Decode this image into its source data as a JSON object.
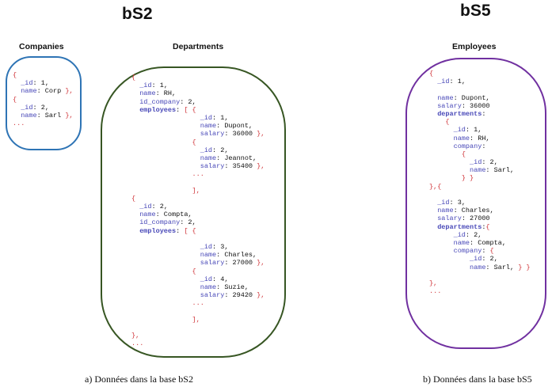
{
  "title_left": "bS2",
  "title_right": "bS5",
  "collections": {
    "companies": "Companies",
    "departments": "Departments",
    "employees": "Employees"
  },
  "captions": {
    "left": "a) Données dans la base bS2",
    "right": "b) Données dans la base bS5"
  },
  "colors": {
    "companies_border": "#2e74b5",
    "departments_border": "#375623",
    "employees_border": "#7030a0",
    "key": "#4848b8",
    "punctuation": "#d0353a"
  },
  "code": {
    "companies": [
      [
        [
          "{",
          "p"
        ]
      ],
      [
        [
          "  ",
          ""
        ],
        [
          "_id",
          "k"
        ],
        [
          ": 1,",
          ""
        ]
      ],
      [
        [
          "  ",
          ""
        ],
        [
          "name",
          "k"
        ],
        [
          ": Corp ",
          ""
        ],
        [
          "},",
          "p"
        ]
      ],
      [
        [
          "{",
          "p"
        ]
      ],
      [
        [
          "  ",
          ""
        ],
        [
          "_id",
          "k"
        ],
        [
          ": 2,",
          ""
        ]
      ],
      [
        [
          "  ",
          ""
        ],
        [
          "name",
          "k"
        ],
        [
          ": Sarl ",
          ""
        ],
        [
          "},",
          "p"
        ]
      ],
      [
        [
          "...",
          "p"
        ]
      ]
    ],
    "departments": [
      [
        [
          "{",
          "p"
        ]
      ],
      [
        [
          "  ",
          ""
        ],
        [
          "_id",
          "k"
        ],
        [
          ": 1,",
          ""
        ]
      ],
      [
        [
          "  ",
          ""
        ],
        [
          "name",
          "k"
        ],
        [
          ": RH,",
          ""
        ]
      ],
      [
        [
          "  ",
          ""
        ],
        [
          "id_company",
          "k"
        ],
        [
          ": 2,",
          ""
        ]
      ],
      [
        [
          "  ",
          ""
        ],
        [
          "employees",
          "kb"
        ],
        [
          ": ",
          ""
        ],
        [
          "[ {",
          "p"
        ]
      ],
      [
        [
          "                 ",
          ""
        ],
        [
          "_id",
          "k"
        ],
        [
          ": 1,",
          ""
        ]
      ],
      [
        [
          "                 ",
          ""
        ],
        [
          "name",
          "k"
        ],
        [
          ": Dupont,",
          ""
        ]
      ],
      [
        [
          "                 ",
          ""
        ],
        [
          "salary",
          "k"
        ],
        [
          ": 36000 ",
          ""
        ],
        [
          "},",
          "p"
        ]
      ],
      [
        [
          "               ",
          ""
        ],
        [
          "{",
          "p"
        ]
      ],
      [
        [
          "                 ",
          ""
        ],
        [
          "_id",
          "k"
        ],
        [
          ": 2,",
          ""
        ]
      ],
      [
        [
          "                 ",
          ""
        ],
        [
          "name",
          "k"
        ],
        [
          ": Jeannot,",
          ""
        ]
      ],
      [
        [
          "                 ",
          ""
        ],
        [
          "salary",
          "k"
        ],
        [
          ": 35400 ",
          ""
        ],
        [
          "},",
          "p"
        ]
      ],
      [
        [
          "               ",
          ""
        ],
        [
          "...",
          "p"
        ]
      ],
      [
        [
          "",
          ""
        ]
      ],
      [
        [
          "               ",
          ""
        ],
        [
          "],",
          "p"
        ]
      ],
      [
        [
          "{",
          "p"
        ]
      ],
      [
        [
          "  ",
          ""
        ],
        [
          "_id",
          "k"
        ],
        [
          ": 2,",
          ""
        ]
      ],
      [
        [
          "  ",
          ""
        ],
        [
          "name",
          "k"
        ],
        [
          ": Compta,",
          ""
        ]
      ],
      [
        [
          "  ",
          ""
        ],
        [
          "id_company",
          "k"
        ],
        [
          ": 2,",
          ""
        ]
      ],
      [
        [
          "  ",
          ""
        ],
        [
          "employees",
          "kb"
        ],
        [
          ": ",
          ""
        ],
        [
          "[ {",
          "p"
        ]
      ],
      [
        [
          "",
          ""
        ]
      ],
      [
        [
          "                 ",
          ""
        ],
        [
          "_id",
          "k"
        ],
        [
          ": 3,",
          ""
        ]
      ],
      [
        [
          "                 ",
          ""
        ],
        [
          "name",
          "k"
        ],
        [
          ": Charles,",
          ""
        ]
      ],
      [
        [
          "                 ",
          ""
        ],
        [
          "salary",
          "k"
        ],
        [
          ": 27000 ",
          ""
        ],
        [
          "},",
          "p"
        ]
      ],
      [
        [
          "               ",
          ""
        ],
        [
          "{",
          "p"
        ]
      ],
      [
        [
          "                 ",
          ""
        ],
        [
          "_id",
          "k"
        ],
        [
          ": 4,",
          ""
        ]
      ],
      [
        [
          "                 ",
          ""
        ],
        [
          "name",
          "k"
        ],
        [
          ": Suzie,",
          ""
        ]
      ],
      [
        [
          "                 ",
          ""
        ],
        [
          "salary",
          "k"
        ],
        [
          ": 29420 ",
          ""
        ],
        [
          "},",
          "p"
        ]
      ],
      [
        [
          "               ",
          ""
        ],
        [
          "...",
          "p"
        ]
      ],
      [
        [
          "",
          ""
        ]
      ],
      [
        [
          "               ",
          ""
        ],
        [
          "],",
          "p"
        ]
      ],
      [
        [
          "",
          ""
        ]
      ],
      [
        [
          "},",
          "p"
        ]
      ],
      [
        [
          "...",
          "p"
        ]
      ]
    ],
    "employees": [
      [
        [
          "{",
          "p"
        ]
      ],
      [
        [
          "  ",
          ""
        ],
        [
          "_id",
          "k"
        ],
        [
          ": 1,",
          ""
        ]
      ],
      [
        [
          "",
          ""
        ]
      ],
      [
        [
          "  ",
          ""
        ],
        [
          "name",
          "k"
        ],
        [
          ": Dupont,",
          ""
        ]
      ],
      [
        [
          "  ",
          ""
        ],
        [
          "salary",
          "k"
        ],
        [
          ": 36000",
          ""
        ]
      ],
      [
        [
          "  ",
          ""
        ],
        [
          "departments",
          "kb"
        ],
        [
          ":",
          ""
        ]
      ],
      [
        [
          "    ",
          ""
        ],
        [
          "{",
          "p"
        ]
      ],
      [
        [
          "      ",
          ""
        ],
        [
          "_id",
          "k"
        ],
        [
          ": 1,",
          ""
        ]
      ],
      [
        [
          "      ",
          ""
        ],
        [
          "name",
          "k"
        ],
        [
          ": RH,",
          ""
        ]
      ],
      [
        [
          "      ",
          ""
        ],
        [
          "company",
          "k"
        ],
        [
          ":",
          ""
        ]
      ],
      [
        [
          "        ",
          ""
        ],
        [
          "{",
          "p"
        ]
      ],
      [
        [
          "          ",
          ""
        ],
        [
          "_id",
          "k"
        ],
        [
          ": 2,",
          ""
        ]
      ],
      [
        [
          "          ",
          ""
        ],
        [
          "name",
          "k"
        ],
        [
          ": Sarl,",
          ""
        ]
      ],
      [
        [
          "        ",
          ""
        ],
        [
          "} }",
          "p"
        ]
      ],
      [
        [
          "},{",
          "p"
        ]
      ],
      [
        [
          "",
          ""
        ]
      ],
      [
        [
          "  ",
          ""
        ],
        [
          "_id",
          "k"
        ],
        [
          ": 3,",
          ""
        ]
      ],
      [
        [
          "  ",
          ""
        ],
        [
          "name",
          "k"
        ],
        [
          ": Charles,",
          ""
        ]
      ],
      [
        [
          "  ",
          ""
        ],
        [
          "salary",
          "k"
        ],
        [
          ": 27000",
          ""
        ]
      ],
      [
        [
          "  ",
          ""
        ],
        [
          "departments",
          "kb"
        ],
        [
          ":",
          ""
        ],
        [
          "{",
          "p"
        ]
      ],
      [
        [
          "      ",
          ""
        ],
        [
          "_id",
          "k"
        ],
        [
          ": 2,",
          ""
        ]
      ],
      [
        [
          "      ",
          ""
        ],
        [
          "name",
          "k"
        ],
        [
          ": Compta,",
          ""
        ]
      ],
      [
        [
          "      ",
          ""
        ],
        [
          "company",
          "k"
        ],
        [
          ": ",
          ""
        ],
        [
          "{",
          "p"
        ]
      ],
      [
        [
          "          ",
          ""
        ],
        [
          "_id",
          "k"
        ],
        [
          ": 2,",
          ""
        ]
      ],
      [
        [
          "          ",
          ""
        ],
        [
          "name",
          "k"
        ],
        [
          ": Sarl, ",
          ""
        ],
        [
          "} }",
          "p"
        ]
      ],
      [
        [
          "",
          ""
        ]
      ],
      [
        [
          "},",
          "p"
        ]
      ],
      [
        [
          "...",
          "p"
        ]
      ]
    ]
  }
}
